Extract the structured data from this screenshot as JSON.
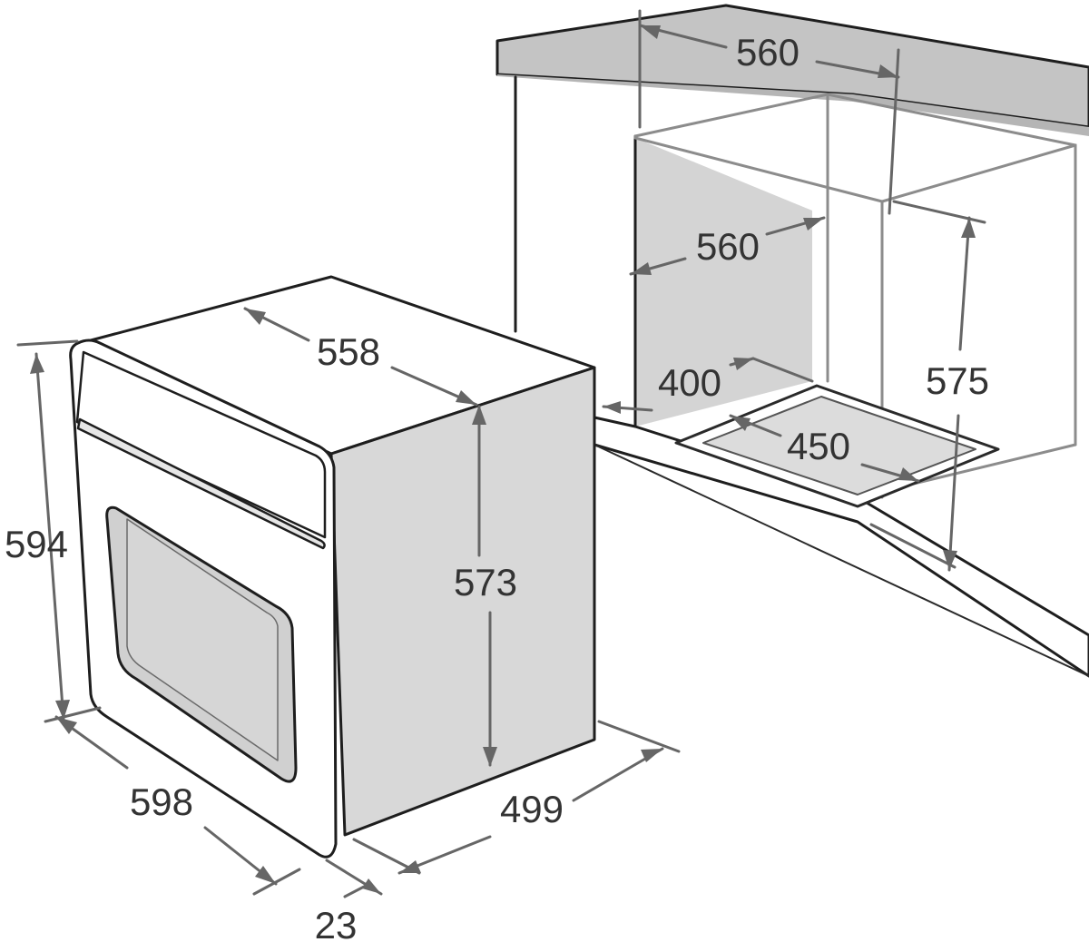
{
  "colors": {
    "counter_top": "#c4c4c4",
    "oven_side": "#d8d8d8",
    "oven_front": "#ffffff",
    "cavity_wall": "#d4d4d4",
    "outline": "#1e1e1e",
    "dimension": "#666666",
    "label_text": "#333333"
  },
  "labels": {
    "oven_depth_top": "558",
    "oven_height_side": "573",
    "oven_height_front": "594",
    "oven_width": "598",
    "oven_depth_body": "499",
    "front_panel_thickness": "23",
    "niche_width_top": "560",
    "niche_depth": "560",
    "niche_height": "575",
    "floor_opening_depth": "400",
    "floor_opening_width": "450"
  }
}
